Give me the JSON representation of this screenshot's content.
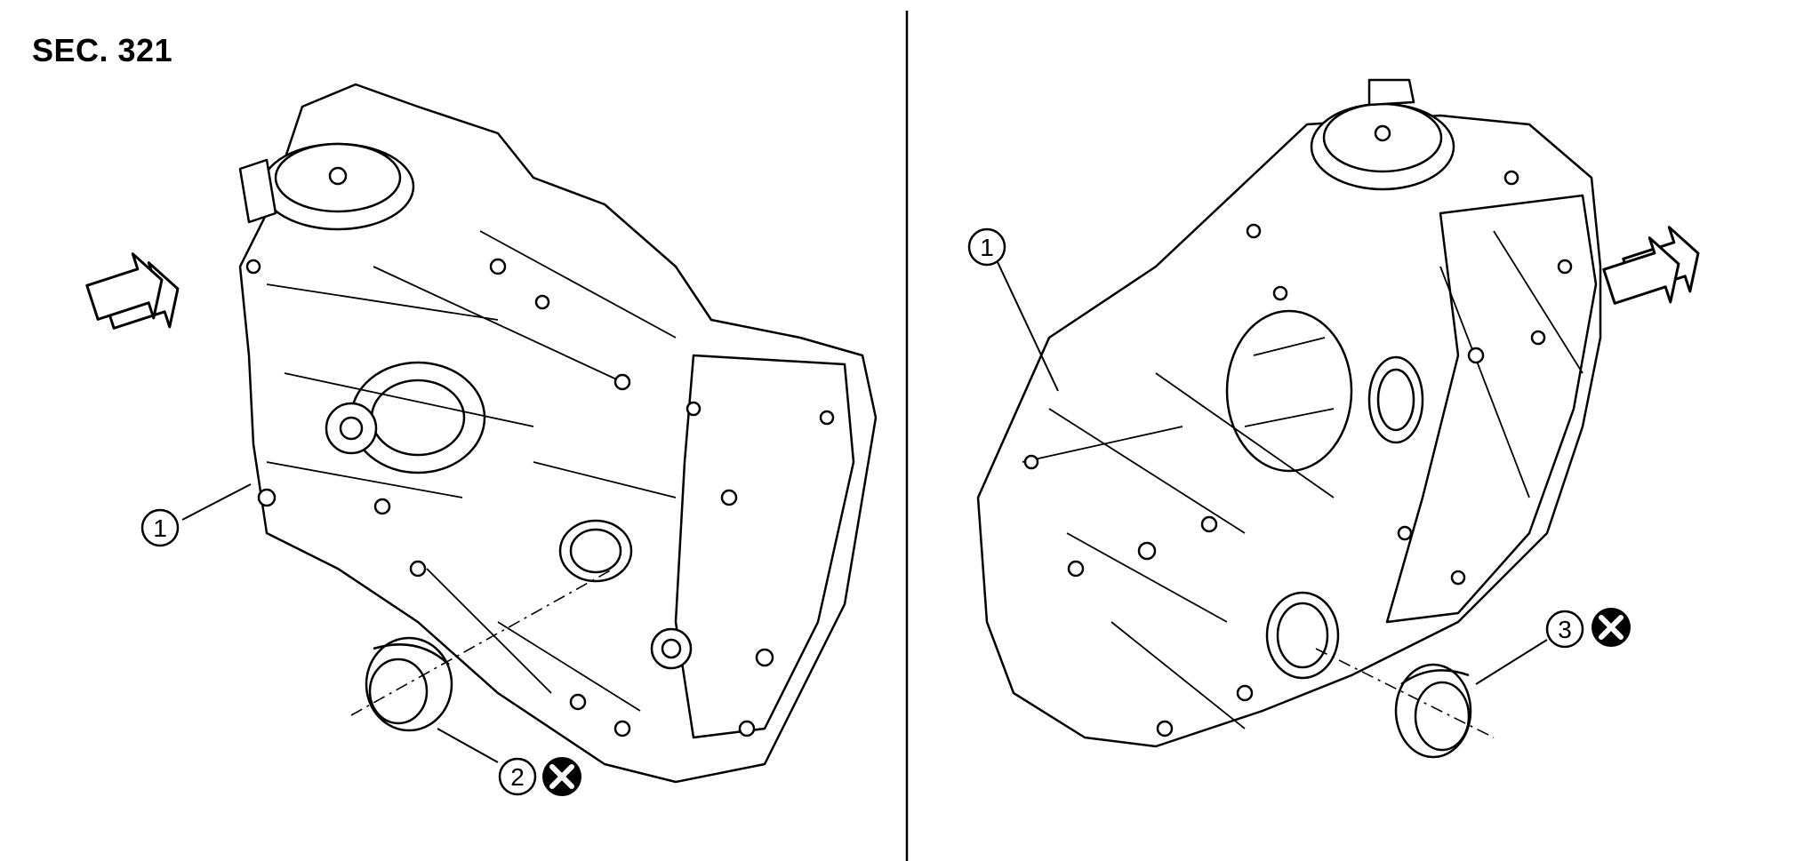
{
  "header": {
    "section_label": "SEC. 321"
  },
  "callouts": {
    "left_housing": "1",
    "left_seal": "2",
    "right_housing": "1",
    "right_seal": "3"
  },
  "symbols": {
    "do_not_reuse": "x-circle-icon",
    "direction": "arrow-icon"
  },
  "colors": {
    "line": "#000000",
    "background": "#ffffff"
  }
}
